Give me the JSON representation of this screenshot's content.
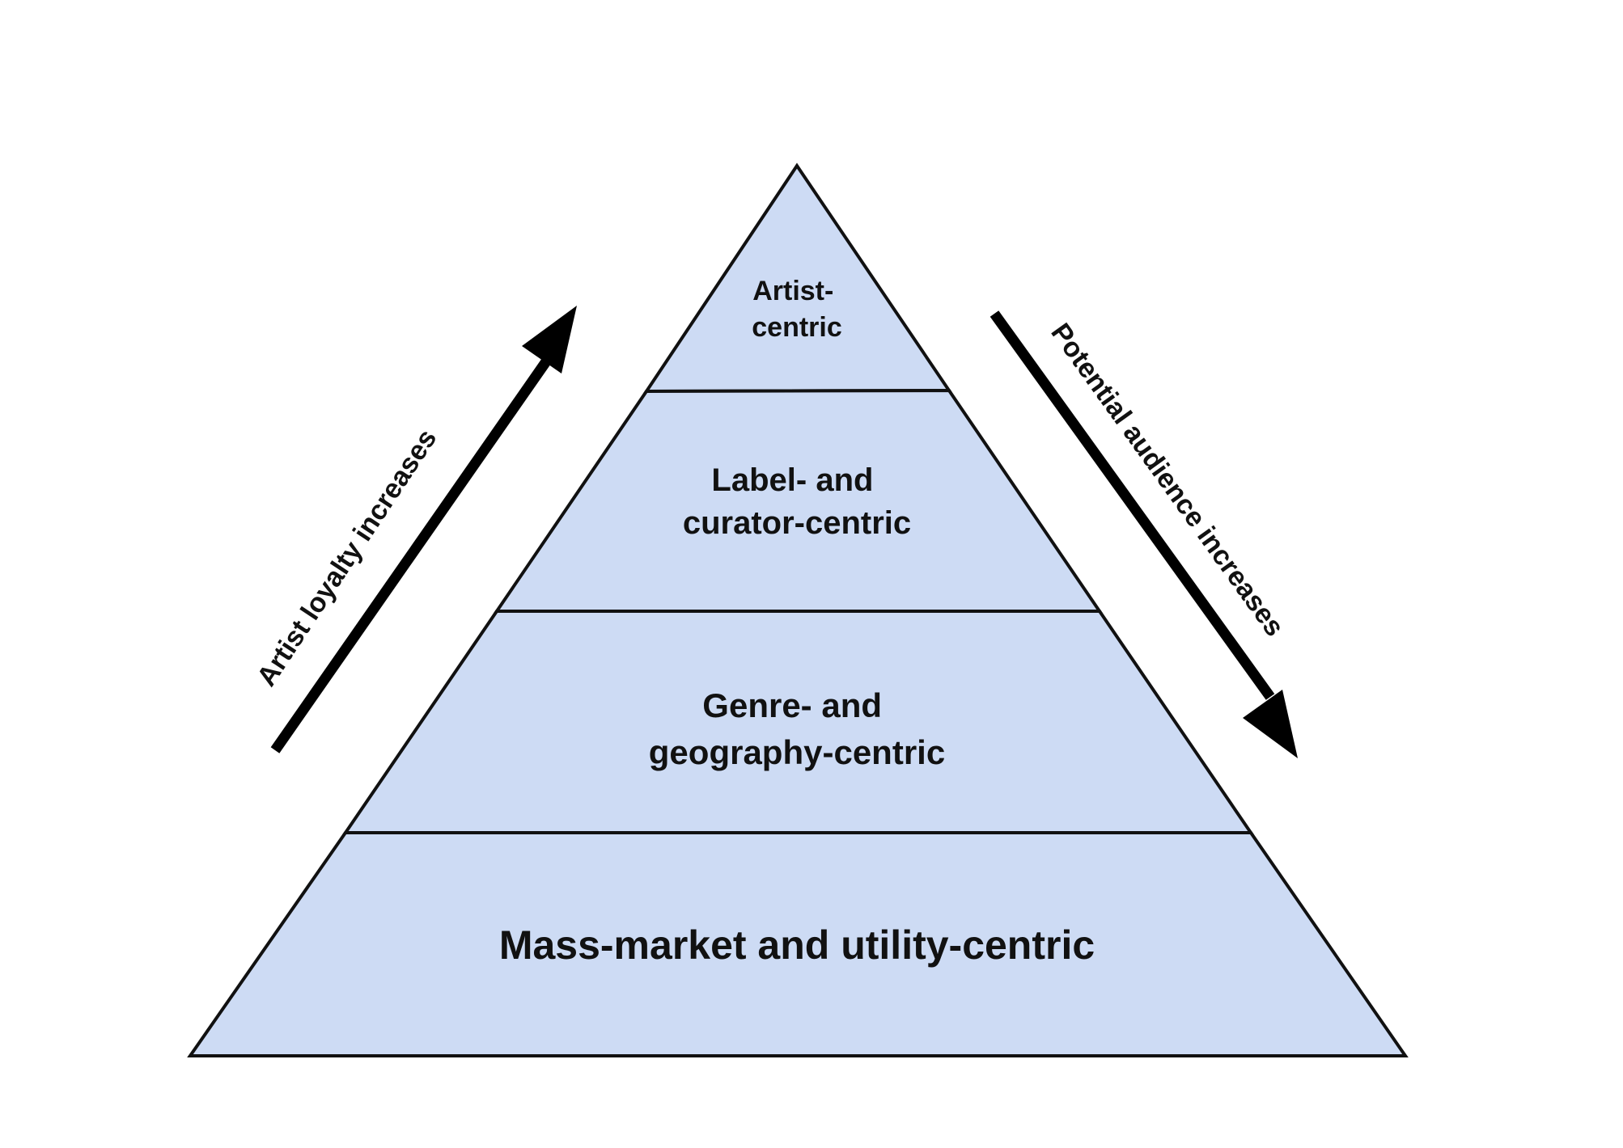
{
  "colors": {
    "fill": "#cddbf4",
    "stroke": "#111111",
    "arrow": "#000000",
    "text": "#111111",
    "background": "#ffffff"
  },
  "pyramid": {
    "tiers": [
      {
        "lines": [
          "Artist-",
          "centric"
        ]
      },
      {
        "lines": [
          "Label- and",
          "curator-centric"
        ]
      },
      {
        "lines": [
          "Genre- and",
          "geography-centric"
        ]
      },
      {
        "lines": [
          "Mass-market and utility-centric"
        ]
      }
    ]
  },
  "arrows": {
    "left": {
      "label": "Artist loyalty increases",
      "direction": "up"
    },
    "right": {
      "label": "Potential audience increases",
      "direction": "down"
    }
  }
}
